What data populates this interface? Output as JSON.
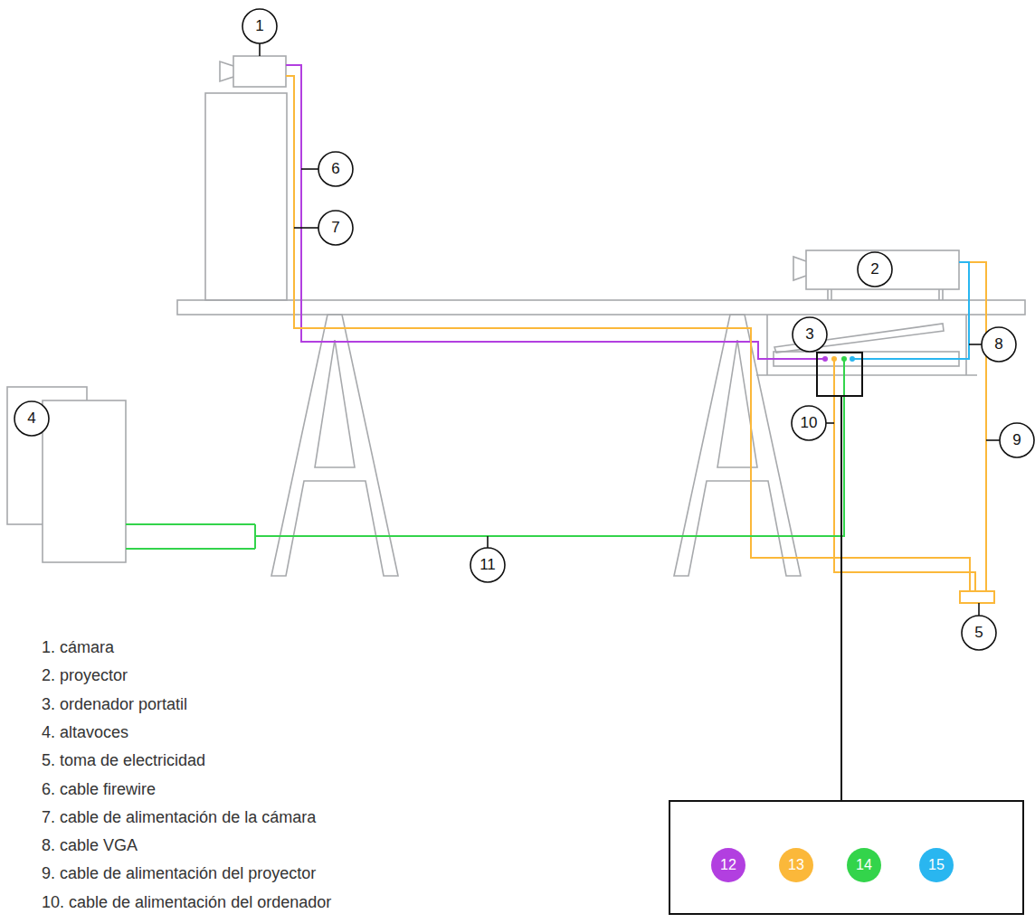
{
  "diagram": {
    "labels": [
      "1",
      "2",
      "3",
      "4",
      "5",
      "6",
      "7",
      "8",
      "9",
      "10",
      "11",
      "12",
      "13",
      "14",
      "15",
      "1. cámara",
      "2. proyector",
      "3. ordenador portatil",
      "4. altavoces",
      "5. toma de electricidad",
      "6. cable firewire",
      "7. cable de alimentación de la cámara",
      "8. cable VGA",
      "9. cable de alimentación del proyector",
      "10. cable de alimentación del ordenador"
    ]
  }
}
